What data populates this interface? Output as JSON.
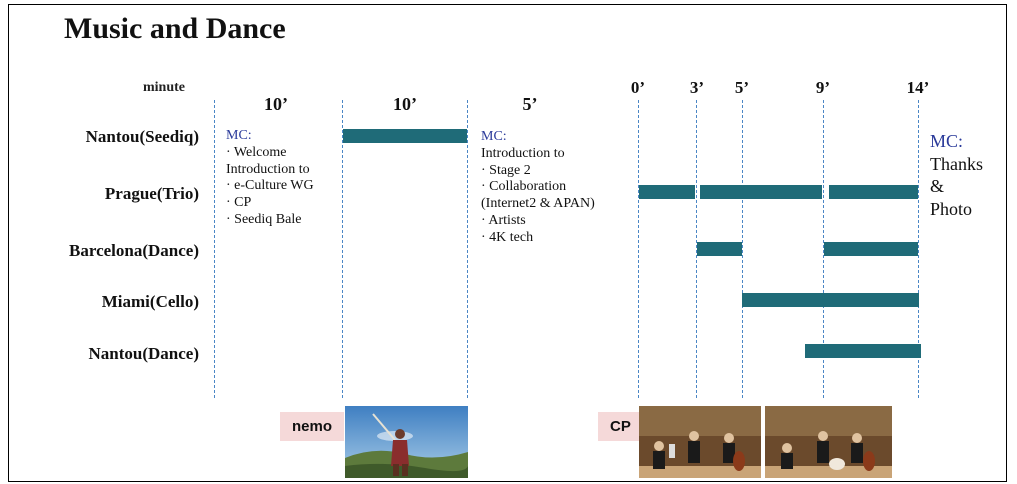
{
  "title": "Music and Dance",
  "axis": {
    "label": "minute"
  },
  "durations": [
    "10’",
    "10’",
    "5’"
  ],
  "ticks": [
    "0’",
    "3’",
    "5’",
    "9’",
    "14’"
  ],
  "rows": [
    {
      "label": "Nantou(Seediq)"
    },
    {
      "label": "Prague(Trio)"
    },
    {
      "label": "Barcelona(Dance)"
    },
    {
      "label": "Miami(Cello)"
    },
    {
      "label": "Nantou(Dance)"
    }
  ],
  "note1": {
    "mc": "MC:",
    "lines": [
      "· Welcome",
      "Introduction to",
      "· e-Culture WG",
      "· CP",
      "· Seediq Bale"
    ]
  },
  "note2": {
    "mc": "MC:",
    "lines": [
      "Introduction to",
      "· Stage 2",
      "· Collaboration",
      "(Internet2 & APAN)",
      "· Artists",
      "· 4K tech"
    ]
  },
  "note3": {
    "mc": "MC:",
    "lines": [
      "Thanks",
      "&",
      "Photo"
    ]
  },
  "tags": {
    "nemo": "nemo",
    "cp": "CP"
  },
  "colors": {
    "bar": "#1f6b78",
    "guide": "#4a86c5",
    "mc": "#2a3a9a",
    "tag_bg": "#f5d9d9"
  }
}
